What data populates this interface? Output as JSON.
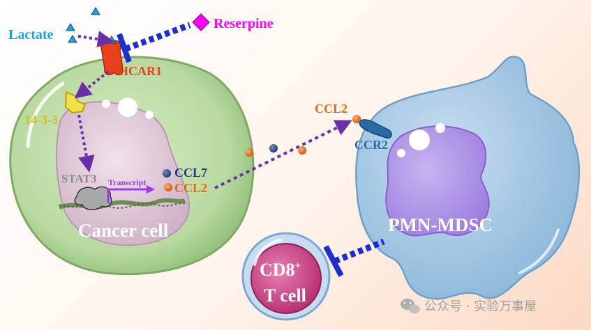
{
  "labels": {
    "lactate": "Lactate",
    "reserpine": "Reserpine",
    "hcar1": "HCAR1",
    "protein_14_3_3": "14-3-3",
    "stat3": "STAT3",
    "transcript": "Transcript",
    "ccl7": "CCL7",
    "ccl2_inside": "CCL2",
    "ccl2_outside": "CCL2",
    "ccr2": "CCR2",
    "cancer_cell": "Cancer cell",
    "pmn_mdsc": "PMN-MDSC",
    "cd8": "CD8",
    "cd8_sup": "+",
    "t_cell": "T cell"
  },
  "watermark": "公众号 · 实验万事屋",
  "colors": {
    "lactate": "#1aa3e0",
    "reserpine": "#ff00ff",
    "hcar1": "#e8401c",
    "protein_14_3_3": "#d8c01a",
    "stat3": "#8a8a8a",
    "transcript": "#9b3cf0",
    "ccl7": "#1e3d7a",
    "ccl2": "#e06a10",
    "ccr2": "#2a6aa8",
    "arrow": "#6a2ea8",
    "inhibitor": "#1a2fd0"
  }
}
